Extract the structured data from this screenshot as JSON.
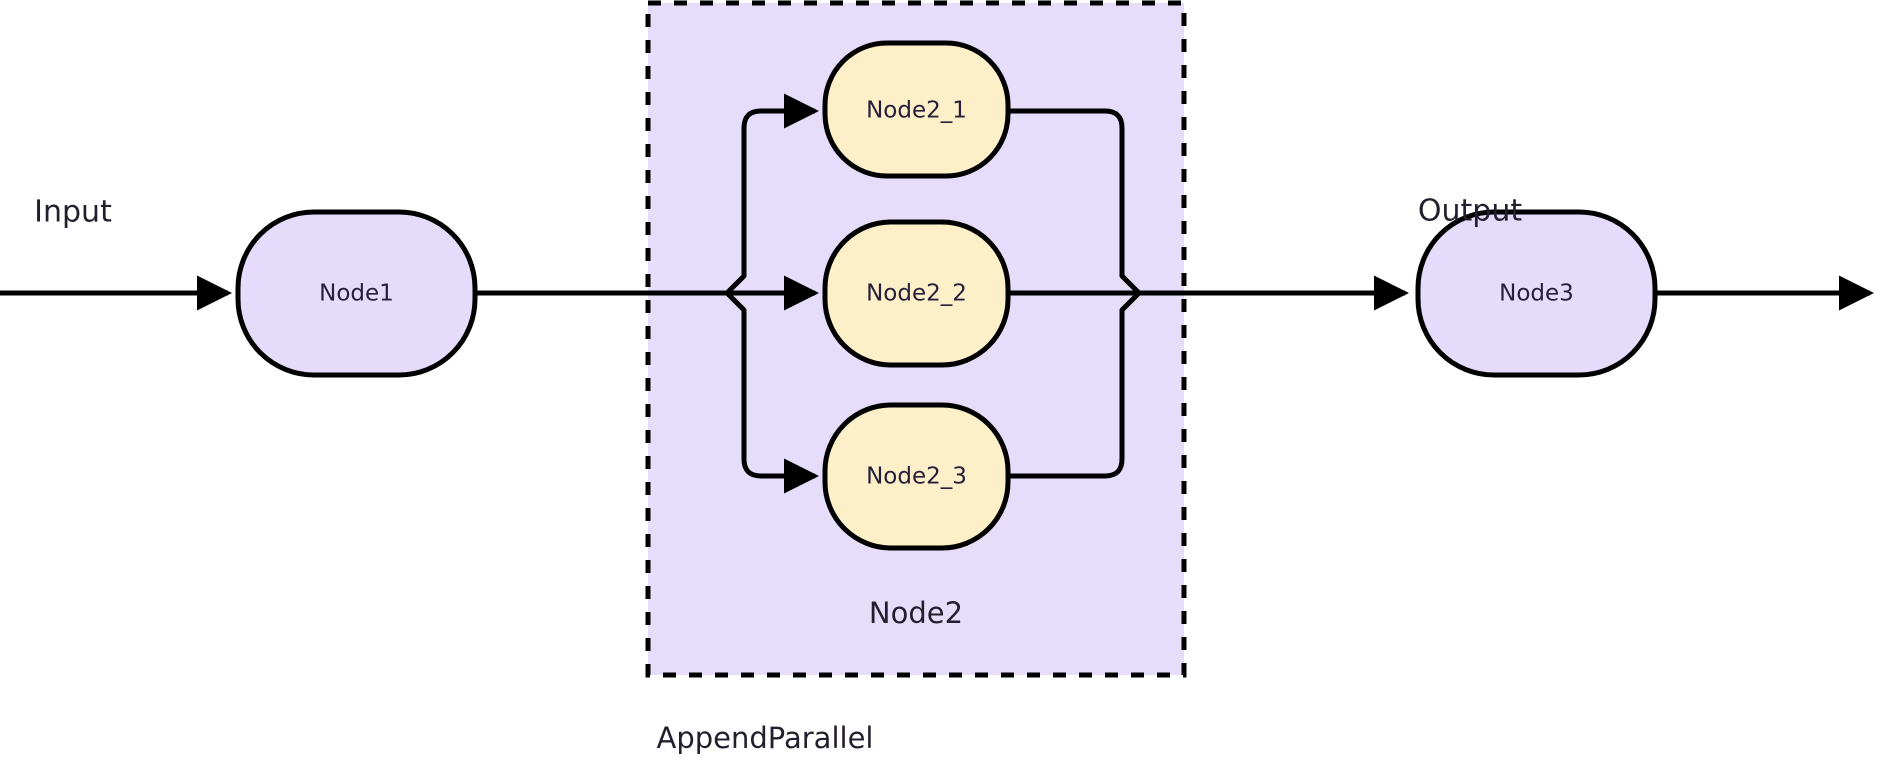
{
  "diagram": {
    "title": "AppendParallel",
    "caption": "AppendParallel",
    "background": "#ffffff",
    "io": {
      "input_label": "Input",
      "output_label": "Output"
    },
    "group": {
      "label": "Node2",
      "fill": "#e6ddfa",
      "border_color": "#000000",
      "border_style": "dashed"
    },
    "nodes": [
      {
        "id": "node1",
        "label": "Node1",
        "fill": "#e5dbfb",
        "stroke": "#000000",
        "shape": "stadium"
      },
      {
        "id": "node2_1",
        "label": "Node2_1",
        "fill": "#fdefc8",
        "stroke": "#000000",
        "shape": "stadium"
      },
      {
        "id": "node2_2",
        "label": "Node2_2",
        "fill": "#fdefc8",
        "stroke": "#000000",
        "shape": "stadium"
      },
      {
        "id": "node2_3",
        "label": "Node2_3",
        "fill": "#fdefc8",
        "stroke": "#000000",
        "shape": "stadium"
      },
      {
        "id": "node3",
        "label": "Node3",
        "fill": "#e5dbfb",
        "stroke": "#000000",
        "shape": "stadium"
      }
    ],
    "edges": [
      {
        "id": "input-to-node1",
        "from": "Input",
        "to": "Node1",
        "arrow": true
      },
      {
        "id": "node1-to-split",
        "from": "Node1",
        "to": "split",
        "arrow": false
      },
      {
        "id": "split-to-node2_1",
        "from": "split",
        "to": "Node2_1",
        "arrow": true
      },
      {
        "id": "split-to-node2_2",
        "from": "split",
        "to": "Node2_2",
        "arrow": true
      },
      {
        "id": "split-to-node2_3",
        "from": "split",
        "to": "Node2_3",
        "arrow": true
      },
      {
        "id": "node2_1-to-merge",
        "from": "Node2_1",
        "to": "merge",
        "arrow": false
      },
      {
        "id": "node2_2-to-merge",
        "from": "Node2_2",
        "to": "merge",
        "arrow": false
      },
      {
        "id": "node2_3-to-merge",
        "from": "Node2_3",
        "to": "merge",
        "arrow": false
      },
      {
        "id": "merge-to-node3",
        "from": "merge",
        "to": "Node3",
        "arrow": true
      },
      {
        "id": "node3-to-output",
        "from": "Node3",
        "to": "Output",
        "arrow": true
      }
    ]
  }
}
